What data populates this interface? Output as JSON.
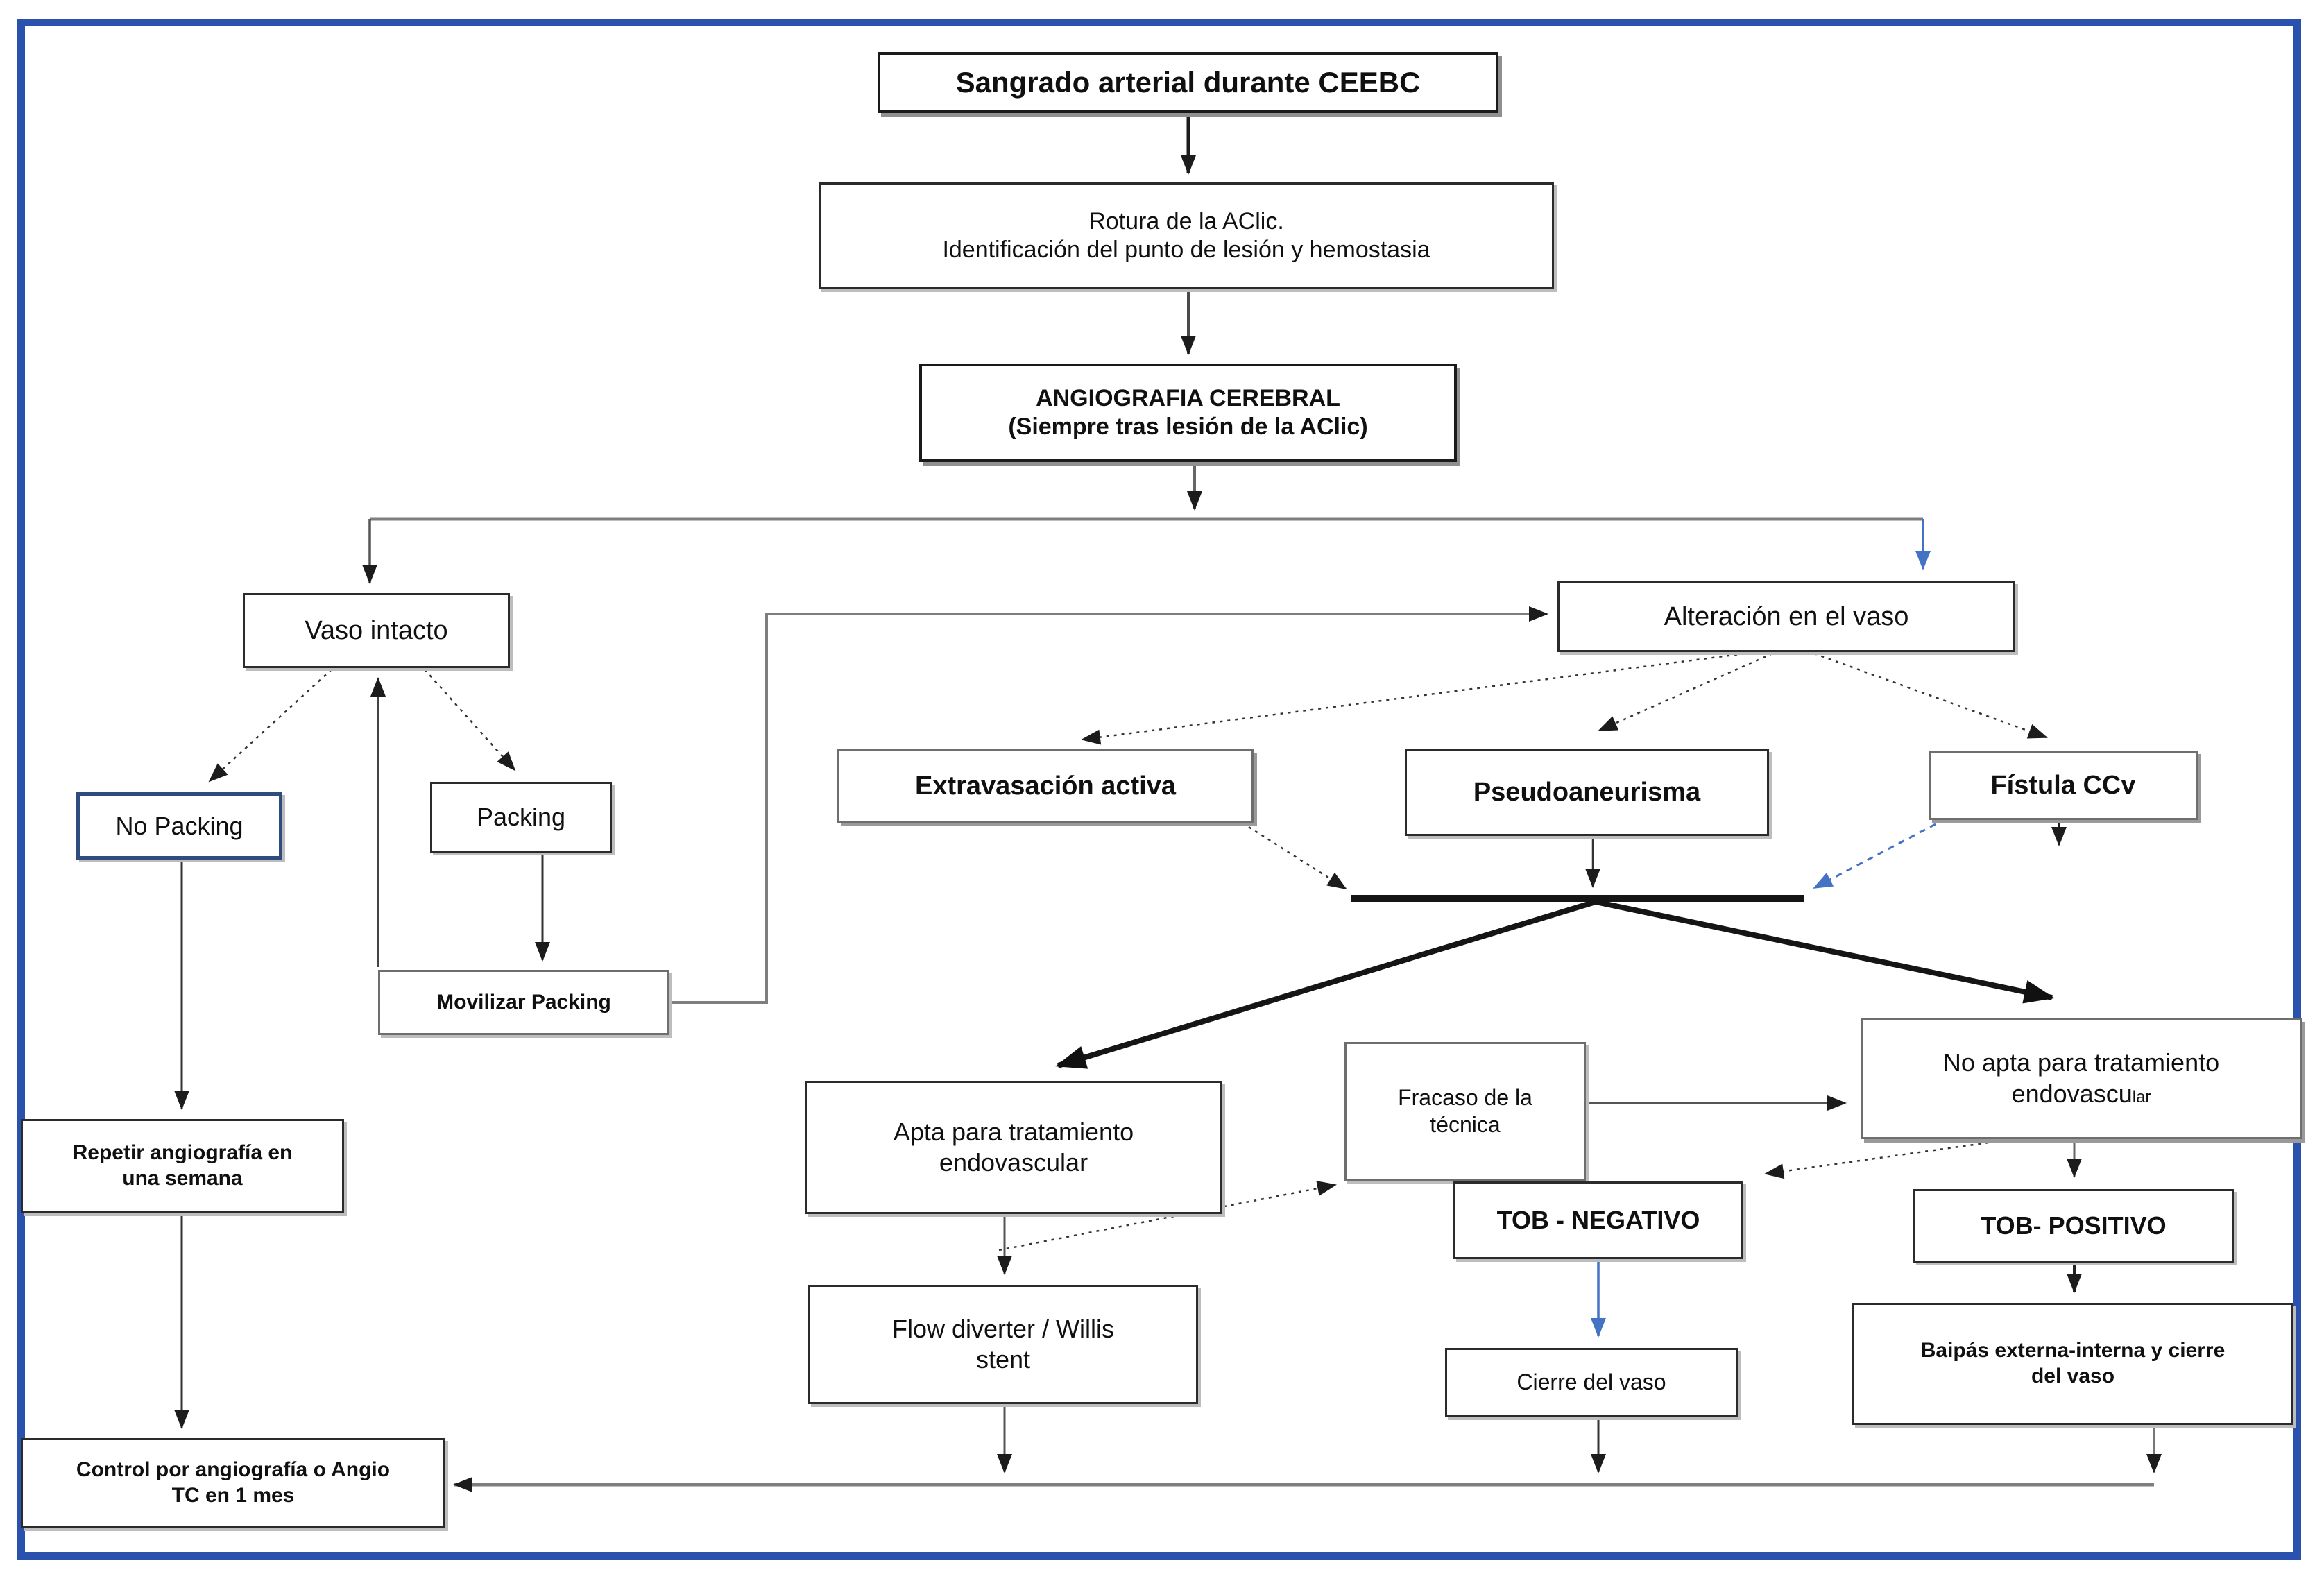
{
  "figure": {
    "type": "flowchart",
    "language": "es",
    "colors": {
      "frame_border": "#2b51ae",
      "accent_blue_arrow": "#4472c4",
      "no_packing_border": "#2f4c7e",
      "line_gray": "#7e7e7e",
      "line_black": "#1c1c1c",
      "box_background": "#ffffff",
      "text": "#101010"
    }
  },
  "nodes": {
    "sangrado": {
      "label": "Sangrado arterial durante CEEBC"
    },
    "rotura": {
      "lines": [
        "Rotura de la AClic.",
        "Identificación  del punto de lesión y hemostasia"
      ]
    },
    "angiografia": {
      "lines": [
        "ANGIOGRAFIA CEREBRAL",
        "(Siempre tras lesión de la AClic)"
      ]
    },
    "vaso_intacto": {
      "label": "Vaso intacto"
    },
    "alteracion": {
      "label": "Alteración en el vaso"
    },
    "no_packing": {
      "label": "No Packing"
    },
    "packing": {
      "label": "Packing"
    },
    "movilizar": {
      "label": "Movilizar Packing"
    },
    "extravasacion": {
      "label": "Extravasación activa"
    },
    "pseudoaneurisma": {
      "label": "Pseudoaneurisma"
    },
    "fistula": {
      "label": "Fístula CCv"
    },
    "apta": {
      "lines": [
        "Apta para tratamiento",
        "endovascular"
      ]
    },
    "fracaso": {
      "lines": [
        "Fracaso de la",
        "técnica"
      ]
    },
    "no_apta": {
      "line1": "No apta para tratamiento",
      "line2a": "endovascu",
      "line2b": "lar"
    },
    "tob_negativo": {
      "label": "TOB - NEGATIVO"
    },
    "tob_positivo": {
      "label": "TOB- POSITIVO"
    },
    "cierre": {
      "label": "Cierre del vaso"
    },
    "baipas": {
      "lines": [
        "Baipás externa-interna y cierre",
        "del vaso"
      ]
    },
    "flow_diverter": {
      "lines": [
        "Flow diverter / Willis",
        "stent"
      ]
    },
    "repetir": {
      "lines": [
        "Repetir angiografía en",
        "una semana"
      ]
    },
    "control": {
      "lines": [
        "Control por angiografía o Angio",
        "TC en 1 mes"
      ]
    }
  }
}
